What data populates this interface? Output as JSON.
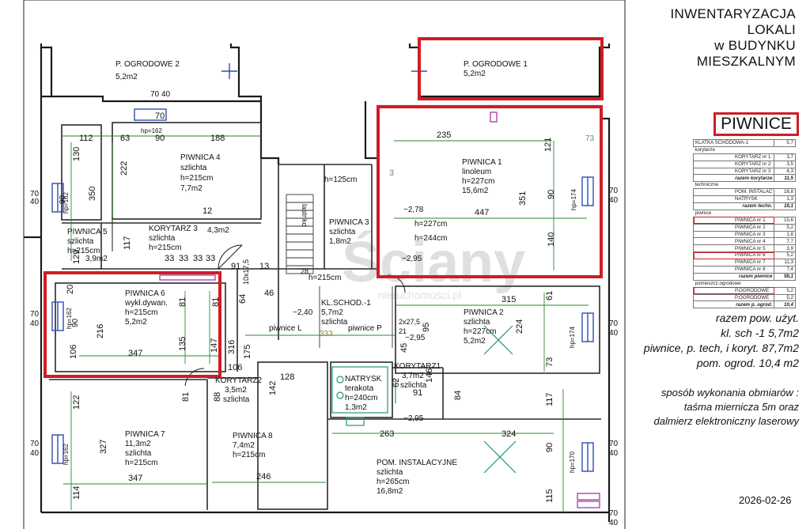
{
  "title": {
    "lines": [
      "INWENTARYZACJA",
      "LOKALI",
      "w BUDYNKU",
      "MIESZKALNYM"
    ]
  },
  "section_badge": "PIWNICE",
  "inventory_table": [
    {
      "kind": "row",
      "name": "KLATKA SCHODOWA-1",
      "value": "5,7"
    },
    {
      "kind": "sec",
      "name": "korytarze",
      "value": ""
    },
    {
      "kind": "row",
      "name": "KORYTARZ nr 1",
      "value": "3,7"
    },
    {
      "kind": "row",
      "name": "KORYTARZ nr 2",
      "value": "3,5"
    },
    {
      "kind": "row",
      "name": "KORYTARZ nr 3",
      "value": "4,3"
    },
    {
      "kind": "tot",
      "name": "razem korytarze",
      "value": "11,5"
    },
    {
      "kind": "sec",
      "name": "techniczne",
      "value": ""
    },
    {
      "kind": "row",
      "name": "POM. INSTALAC",
      "value": "16,8"
    },
    {
      "kind": "row",
      "name": "NATRYSK",
      "value": "1,3"
    },
    {
      "kind": "tot",
      "name": "razem techn.",
      "value": "18,1"
    },
    {
      "kind": "sec",
      "name": "piwnice",
      "value": ""
    },
    {
      "kind": "hl",
      "name": "PIWNICA nr 1",
      "value": "15,6"
    },
    {
      "kind": "row",
      "name": "PIWNICA nr 2",
      "value": "5,2"
    },
    {
      "kind": "row",
      "name": "PIWNICA nr 3",
      "value": "1,8"
    },
    {
      "kind": "row",
      "name": "PIWNICA nr 4",
      "value": "7,7"
    },
    {
      "kind": "row",
      "name": "PIWNICA nr 5",
      "value": "3,9"
    },
    {
      "kind": "hl",
      "name": "PIWNICA nr 6",
      "value": "5,2"
    },
    {
      "kind": "row",
      "name": "PIWNICA nr 7",
      "value": "11,3"
    },
    {
      "kind": "row",
      "name": "PIWNICA nr 8",
      "value": "7,4"
    },
    {
      "kind": "tot",
      "name": "razem piwnice",
      "value": "58,1"
    },
    {
      "kind": "sec",
      "name": "pomieszcz.ogrodowe",
      "value": ""
    },
    {
      "kind": "hl",
      "name": "P.OGRODOWE",
      "value": "5,2"
    },
    {
      "kind": "row",
      "name": "P.OGRODOWE",
      "value": "5,2"
    },
    {
      "kind": "tot",
      "name": "razem p. ogrod.",
      "value": "10,4"
    }
  ],
  "summary": {
    "lines": [
      "razem pow. użyt.",
      "kl. sch -1   5,7m2",
      "piwnice, p. tech, i koryt. 87,7m2",
      "pom. ogrod. 10,4 m2"
    ]
  },
  "method": {
    "lines": [
      "sposób wykonania obmiarów :",
      "taśma miernicza 5m oraz",
      "dalmierz elektroniczny laserowy"
    ]
  },
  "date": "2026-02-26",
  "watermark": {
    "brand": "Ściany",
    "sub": "nieruchomości.pl"
  },
  "colors": {
    "highlight": "#d01c24",
    "walls": "#1a1a1a",
    "dims": "#2a8a2a",
    "accent": "#9c2a9c",
    "fixtures": "#1f9a6a",
    "blue": "#2d4fb0"
  },
  "rooms": {
    "ogrodowe2": [
      "P. OGRODOWE 2",
      "5,2m2"
    ],
    "ogrodowe1": [
      "P. OGRODOWE 1",
      "5,2m2"
    ],
    "piwnica4": [
      "PIWNICA 4",
      "szlichta",
      "h=215cm",
      "7,7m2"
    ],
    "piwnica1": [
      "PIWNICA 1",
      "linoleum",
      "h=227cm",
      "15,6m2"
    ],
    "piwnica5": [
      "PIWNICA 5",
      "szlichta",
      "h=215cm"
    ],
    "piwnica5_area": "3,9m2",
    "korytarz3": [
      "KORYTARZ 3",
      "szlichta",
      "h=215cm"
    ],
    "korytarz3_area": "4,3m2",
    "piwnica3": [
      "PIWNICA 3",
      "szlichta",
      "1,8m2"
    ],
    "piwnica3_h": "h=125cm",
    "piwnica6": [
      "PIWNICA 6",
      "wykł.dywan.",
      "h=215cm",
      "5,2m2"
    ],
    "klschod": [
      "KL.SCHOD.-1",
      "5,7m2",
      "szlichta"
    ],
    "klschod_h": "h=215cm",
    "piwnica2": [
      "PIWNICA 2",
      "szlichta",
      "h=227cm",
      "5,2m2"
    ],
    "korytarz2": [
      "KORYTARZ2",
      "3,5m2",
      "szlichta"
    ],
    "natrysk": [
      "NATRYSK",
      "terakota",
      "h=240cm",
      "1,3m2"
    ],
    "korytarz1": [
      "KORYTARZ1",
      "3,7m2",
      "szlichta"
    ],
    "piwnica7": [
      "PIWNICA 7",
      "11,3m2",
      "szlichta",
      "h=215cm"
    ],
    "piwnica8": [
      "PIWNICA 8",
      "7,4m2",
      "h=215cm"
    ],
    "instal": [
      "POM. INSTALACYJNE",
      "szlichta",
      "h=265cm",
      "16,8m2"
    ]
  },
  "labels": {
    "piwnice_l": "piwnice L",
    "piwnice_p": "piwnice P",
    "lastriko": "lastriko",
    "stair_dim": "10x17,5",
    "stair_28": "28",
    "stair_275": "2x27,5",
    "stair_21": "21",
    "lvl_240": "−2,40",
    "lvl_278": "−2,78",
    "lvl_295a": "−2,95",
    "lvl_295b": "−2,95",
    "lvl_295c": "−2,95",
    "h227": "h=227cm",
    "h244": "h=244cm",
    "hp162": "hp=162",
    "hp174": "hp=174",
    "hp170": "hp=170"
  },
  "dims": {
    "d70a": "70",
    "d40a": "40",
    "d70b": "70",
    "d130": "130",
    "d112": "112",
    "d63": "63",
    "d90a": "90",
    "d188": "188",
    "d222": "222",
    "d350": "350",
    "d12": "12",
    "d117": "117",
    "d129": "129",
    "d33a": "33",
    "d33b": "33",
    "d33c": "33",
    "d33d": "33",
    "d91a": "91",
    "d13": "13",
    "d235": "235",
    "d121": "121",
    "d73a": "73",
    "d351": "351",
    "d90b": "90",
    "d447": "447",
    "d140": "140",
    "d3": "3",
    "d70w1": "70",
    "d40w1": "40",
    "d90w1": "90",
    "d70e1": "70",
    "d40e1": "40",
    "d20": "20",
    "d81a": "81",
    "d81b": "81",
    "d216": "216",
    "d106a": "106",
    "d347a": "347",
    "d135": "135",
    "d147": "147",
    "d106b": "106",
    "d64": "64",
    "d46": "46",
    "d316": "316",
    "d175": "175",
    "d333": "333",
    "d315": "315",
    "d61": "61",
    "d224": "224",
    "d73b": "73",
    "d95": "95",
    "d45": "45",
    "d70e2": "70",
    "d40e2": "40",
    "d128": "128",
    "d88": "88",
    "d81c": "81",
    "d142": "142",
    "d62": "62",
    "d146": "146",
    "d84": "84",
    "d91b": "91",
    "d122": "122",
    "d327": "327",
    "d347b": "347",
    "d114": "114",
    "d246": "246",
    "d263": "263",
    "d324": "324",
    "d117b": "117",
    "d90c": "90",
    "d115": "115",
    "d70w2": "70",
    "d40w2": "40",
    "d90w2": "90",
    "d70e3": "70",
    "d40e3": "40",
    "d70w3": "70",
    "d40w3": "40",
    "d70e4": "70",
    "d40e4": "40"
  }
}
